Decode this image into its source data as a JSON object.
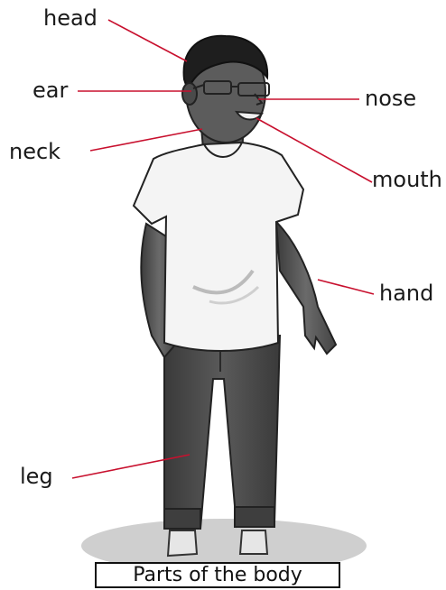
{
  "labels": {
    "head": "head",
    "ear": "ear",
    "neck": "neck",
    "nose": "nose",
    "mouth": "mouth",
    "hand": "hand",
    "leg": "leg"
  },
  "caption": "Parts of the body",
  "colors": {
    "leader_line": "#c8102e",
    "skin": "#5a5a5a",
    "shirt": "#f4f4f4",
    "pants": "#4a4a4a",
    "shadow": "#cfcfcf"
  }
}
